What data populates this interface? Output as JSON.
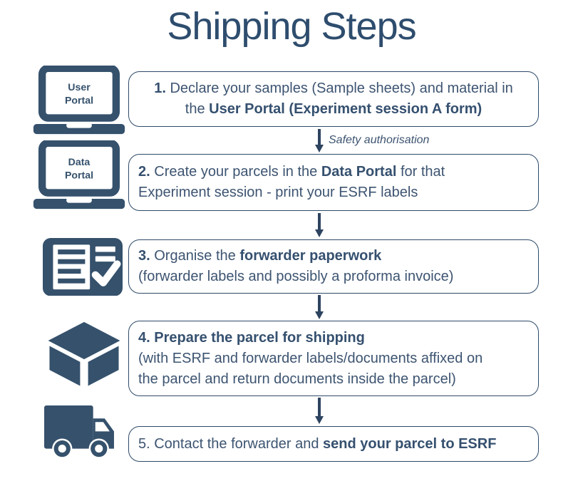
{
  "title": "Shipping Steps",
  "colors": {
    "navy": "#2e4a68",
    "icon_fill": "#35516c",
    "body_text": "#3d5471"
  },
  "arrow_between_1_2": {
    "label": "Safety authorisation"
  },
  "icons": {
    "user_portal_laptop": {
      "line1": "User",
      "line2": "Portal"
    },
    "data_portal_laptop": {
      "line1": "Data",
      "line2": "Portal"
    },
    "paperwork": "paperwork-checklist-icon",
    "parcel": "parcel-cube-icon",
    "truck": "delivery-truck-icon"
  },
  "steps": {
    "s1": {
      "l1a": "1.",
      "l1b": " Declare your samples (Sample sheets) and material in",
      "l2a": "the ",
      "l2b": "User Portal (Experiment session A form)"
    },
    "s2": {
      "l1a": "2.",
      "l1b": " Create your parcels in the ",
      "l1c": "Data Portal",
      "l1d": " for that",
      "l2a": "Experiment session - print your ESRF labels"
    },
    "s3": {
      "l1a": "3.",
      "l1b": " Organise the ",
      "l1c": "forwarder paperwork",
      "l2a": "(forwarder labels and possibly a proforma invoice)"
    },
    "s4": {
      "l1a": "4. Prepare the parcel for shipping",
      "l2a": "(with ESRF and forwarder labels/documents affixed on",
      "l3a": "the parcel and return documents inside the parcel)"
    },
    "s5": {
      "l1a": "5. Contact the forwarder and ",
      "l1b": "send your parcel to ESRF"
    }
  }
}
